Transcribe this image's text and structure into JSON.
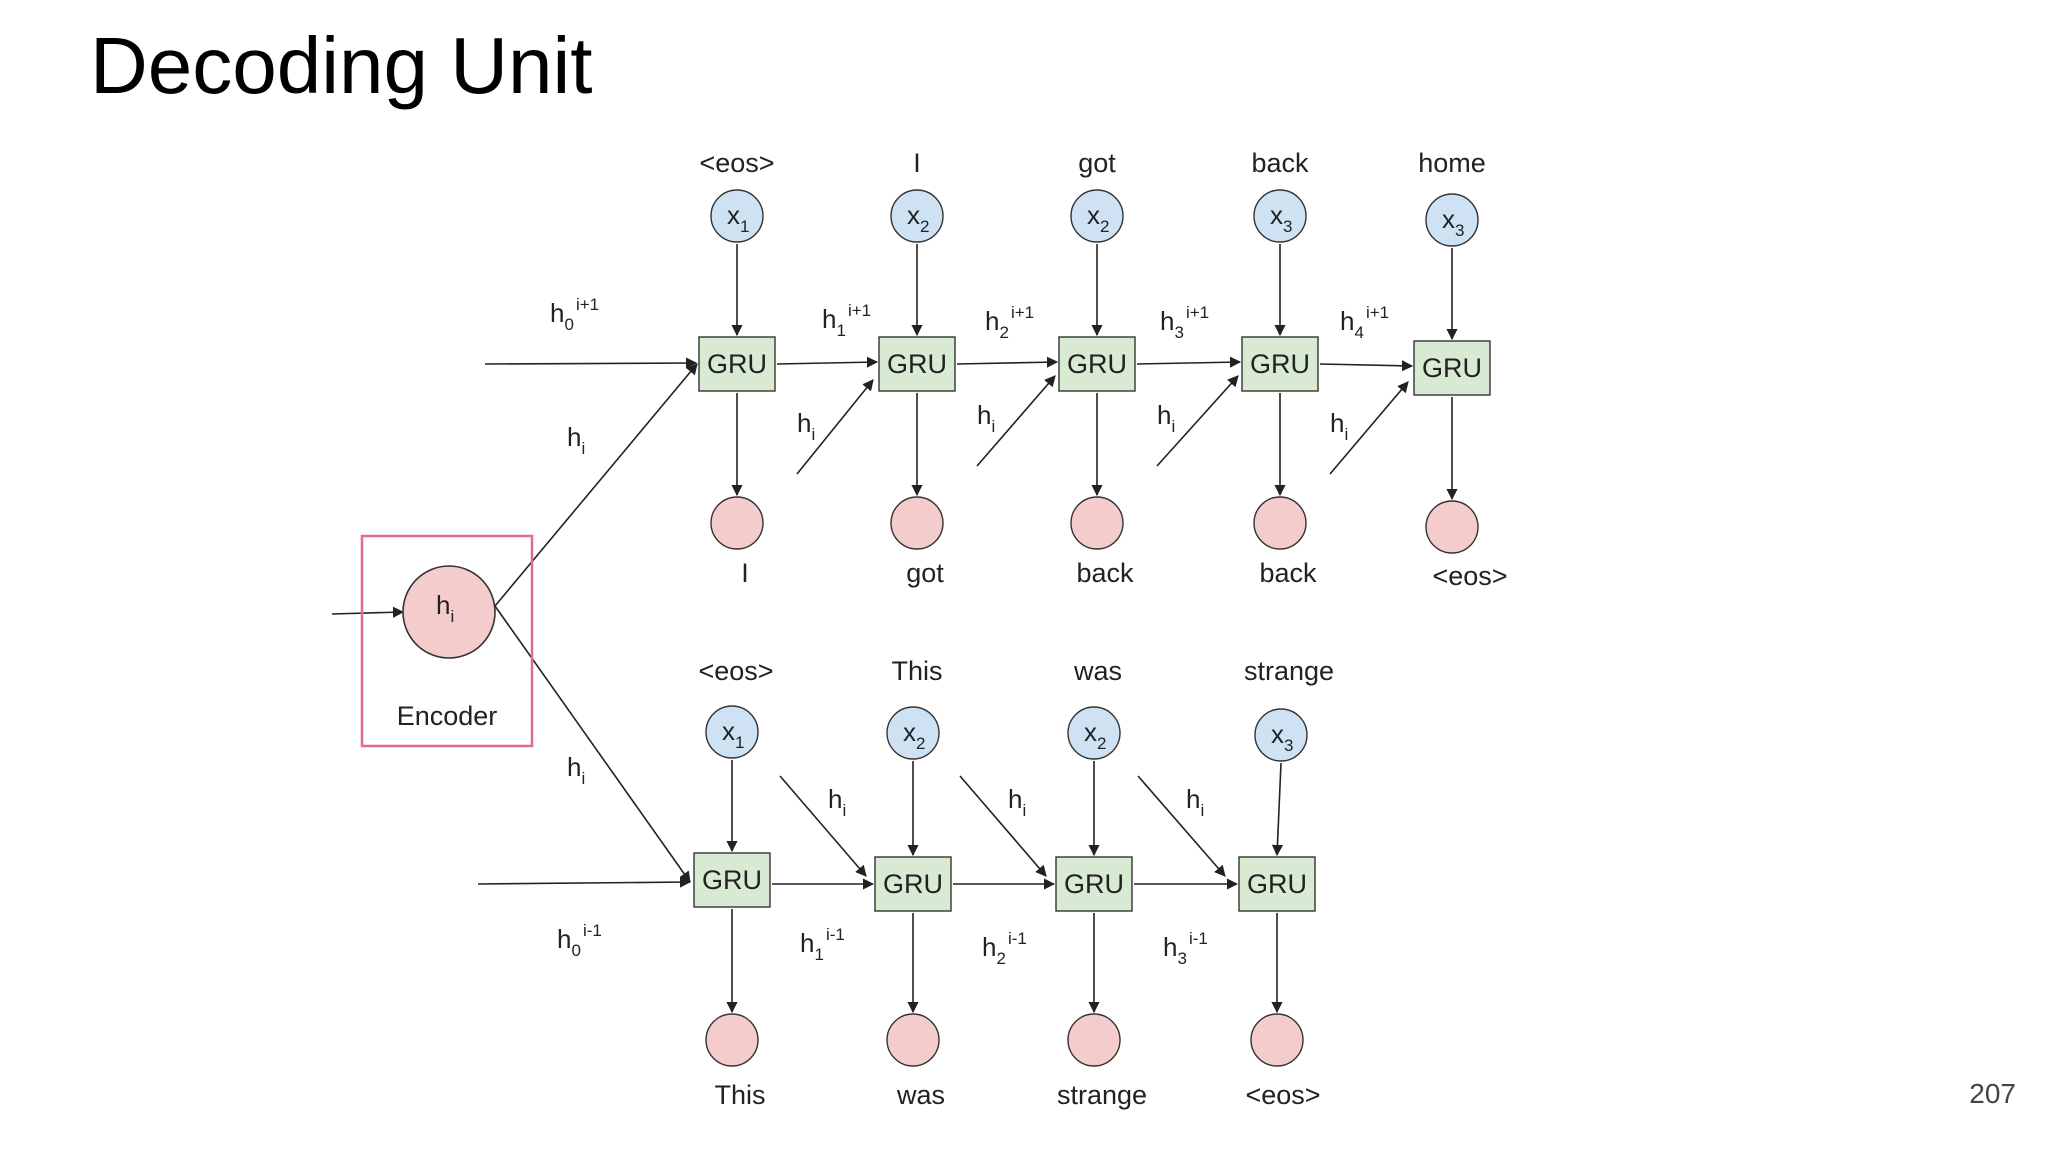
{
  "slide": {
    "title": "Decoding Unit",
    "page_number": "207"
  },
  "encoder": {
    "label": "Encoder",
    "state": "h",
    "state_sub": "i"
  },
  "gru_label": "GRU",
  "top_row": {
    "inputs": [
      {
        "word": "<eos>",
        "x": "x",
        "sub": "1"
      },
      {
        "word": "I",
        "x": "x",
        "sub": "2"
      },
      {
        "word": "got",
        "x": "x",
        "sub": "2"
      },
      {
        "word": "back",
        "x": "x",
        "sub": "3"
      },
      {
        "word": "home",
        "x": "x",
        "sub": "3"
      }
    ],
    "outputs": [
      "I",
      "got",
      "back",
      "back",
      "<eos>"
    ],
    "hidden": [
      {
        "h": "h",
        "sub": "0",
        "sup": "i+1"
      },
      {
        "h": "h",
        "sub": "1",
        "sup": "i+1"
      },
      {
        "h": "h",
        "sub": "2",
        "sup": "i+1"
      },
      {
        "h": "h",
        "sub": "3",
        "sup": "i+1"
      },
      {
        "h": "h",
        "sub": "4",
        "sup": "i+1"
      }
    ],
    "context": {
      "h": "h",
      "sub": "i"
    }
  },
  "bottom_row": {
    "inputs": [
      {
        "word": "<eos>",
        "x": "x",
        "sub": "1"
      },
      {
        "word": "This",
        "x": "x",
        "sub": "2"
      },
      {
        "word": "was",
        "x": "x",
        "sub": "2"
      },
      {
        "word": "strange",
        "x": "x",
        "sub": "3"
      }
    ],
    "outputs": [
      "This",
      "was",
      "strange",
      "<eos>"
    ],
    "hidden": [
      {
        "h": "h",
        "sub": "0",
        "sup": "i-1"
      },
      {
        "h": "h",
        "sub": "1",
        "sup": "i-1"
      },
      {
        "h": "h",
        "sub": "2",
        "sup": "i-1"
      },
      {
        "h": "h",
        "sub": "3",
        "sup": "i-1"
      }
    ],
    "context": {
      "h": "h",
      "sub": "i"
    }
  },
  "colors": {
    "input_node_fill": "#cfe2f3",
    "output_node_fill": "#f4cccc",
    "encoder_node_fill": "#f4cccc",
    "gru_fill": "#d9ead3",
    "encoder_box_stroke": "#e06c8c",
    "line": "#222222"
  }
}
